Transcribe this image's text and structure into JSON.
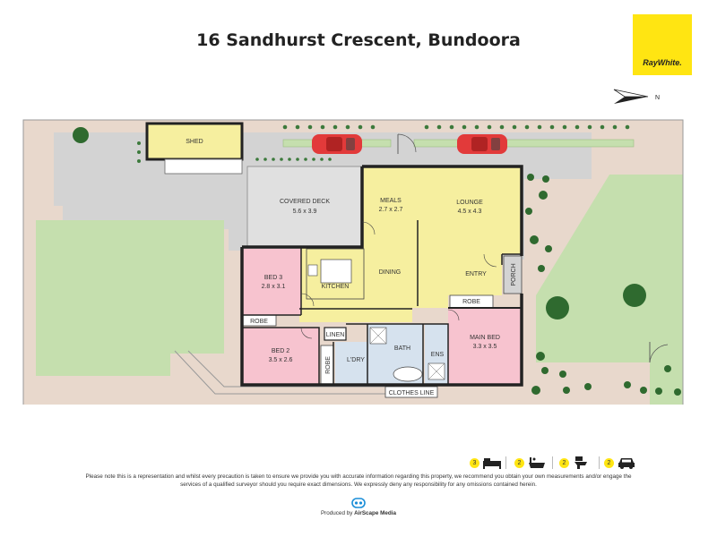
{
  "title": "16 Sandhurst Crescent, Bundoora",
  "logo": {
    "text": "RayWhite.",
    "color": "#ffe512"
  },
  "compass": {
    "label": "N"
  },
  "rooms": {
    "shed": {
      "name": "SHED"
    },
    "covered_deck": {
      "name": "COVERED DECK",
      "dims": "5.6 x 3.9"
    },
    "meals": {
      "name": "MEALS",
      "dims": "2.7 x 2.7"
    },
    "lounge": {
      "name": "LOUNGE",
      "dims": "4.5 x 4.3"
    },
    "bed3": {
      "name": "BED 3",
      "dims": "2.8 x 3.1"
    },
    "kitchen": {
      "name": "KITCHEN"
    },
    "dining": {
      "name": "DINING"
    },
    "entry": {
      "name": "ENTRY"
    },
    "porch": {
      "name": "PORCH"
    },
    "robe_bed3": {
      "name": "ROBE"
    },
    "robe_main": {
      "name": "ROBE"
    },
    "robe_bed2": {
      "name": "ROBE"
    },
    "main_bed": {
      "name": "MAIN BED",
      "dims": "3.3 x 3.5"
    },
    "bed2": {
      "name": "BED 2",
      "dims": "3.5 x 2.6"
    },
    "linen": {
      "name": "LINEN"
    },
    "bath": {
      "name": "BATH"
    },
    "laundry": {
      "name": "L'DRY"
    },
    "ensuite": {
      "name": "ENS"
    },
    "clothes_line": {
      "name": "CLOTHES LINE"
    }
  },
  "summary": {
    "bedrooms": "3",
    "bathrooms": "2",
    "toilets": "2",
    "car_spaces": "2"
  },
  "disclaimer": "Please note this is a representation and whilst every precaution is taken to ensure we provide you with accurate information regarding this property, we recommend you obtain your own measurements and/or engage the services of a qualified surveyor should you require exact dimensions. We expressly deny any responsibility for any omissions contained herein.",
  "credit": {
    "prefix": "Produced by ",
    "brand": "AirScape Media"
  },
  "colors": {
    "living": "#f6ef9f",
    "bedroom": "#f7c3cf",
    "wet": "#d6e2ee",
    "garden": "#c5dfae",
    "paving": "#d3d3d3",
    "lawn_edge": "#e8d8cc",
    "wall": "#222222",
    "car": "#e23a3a"
  }
}
